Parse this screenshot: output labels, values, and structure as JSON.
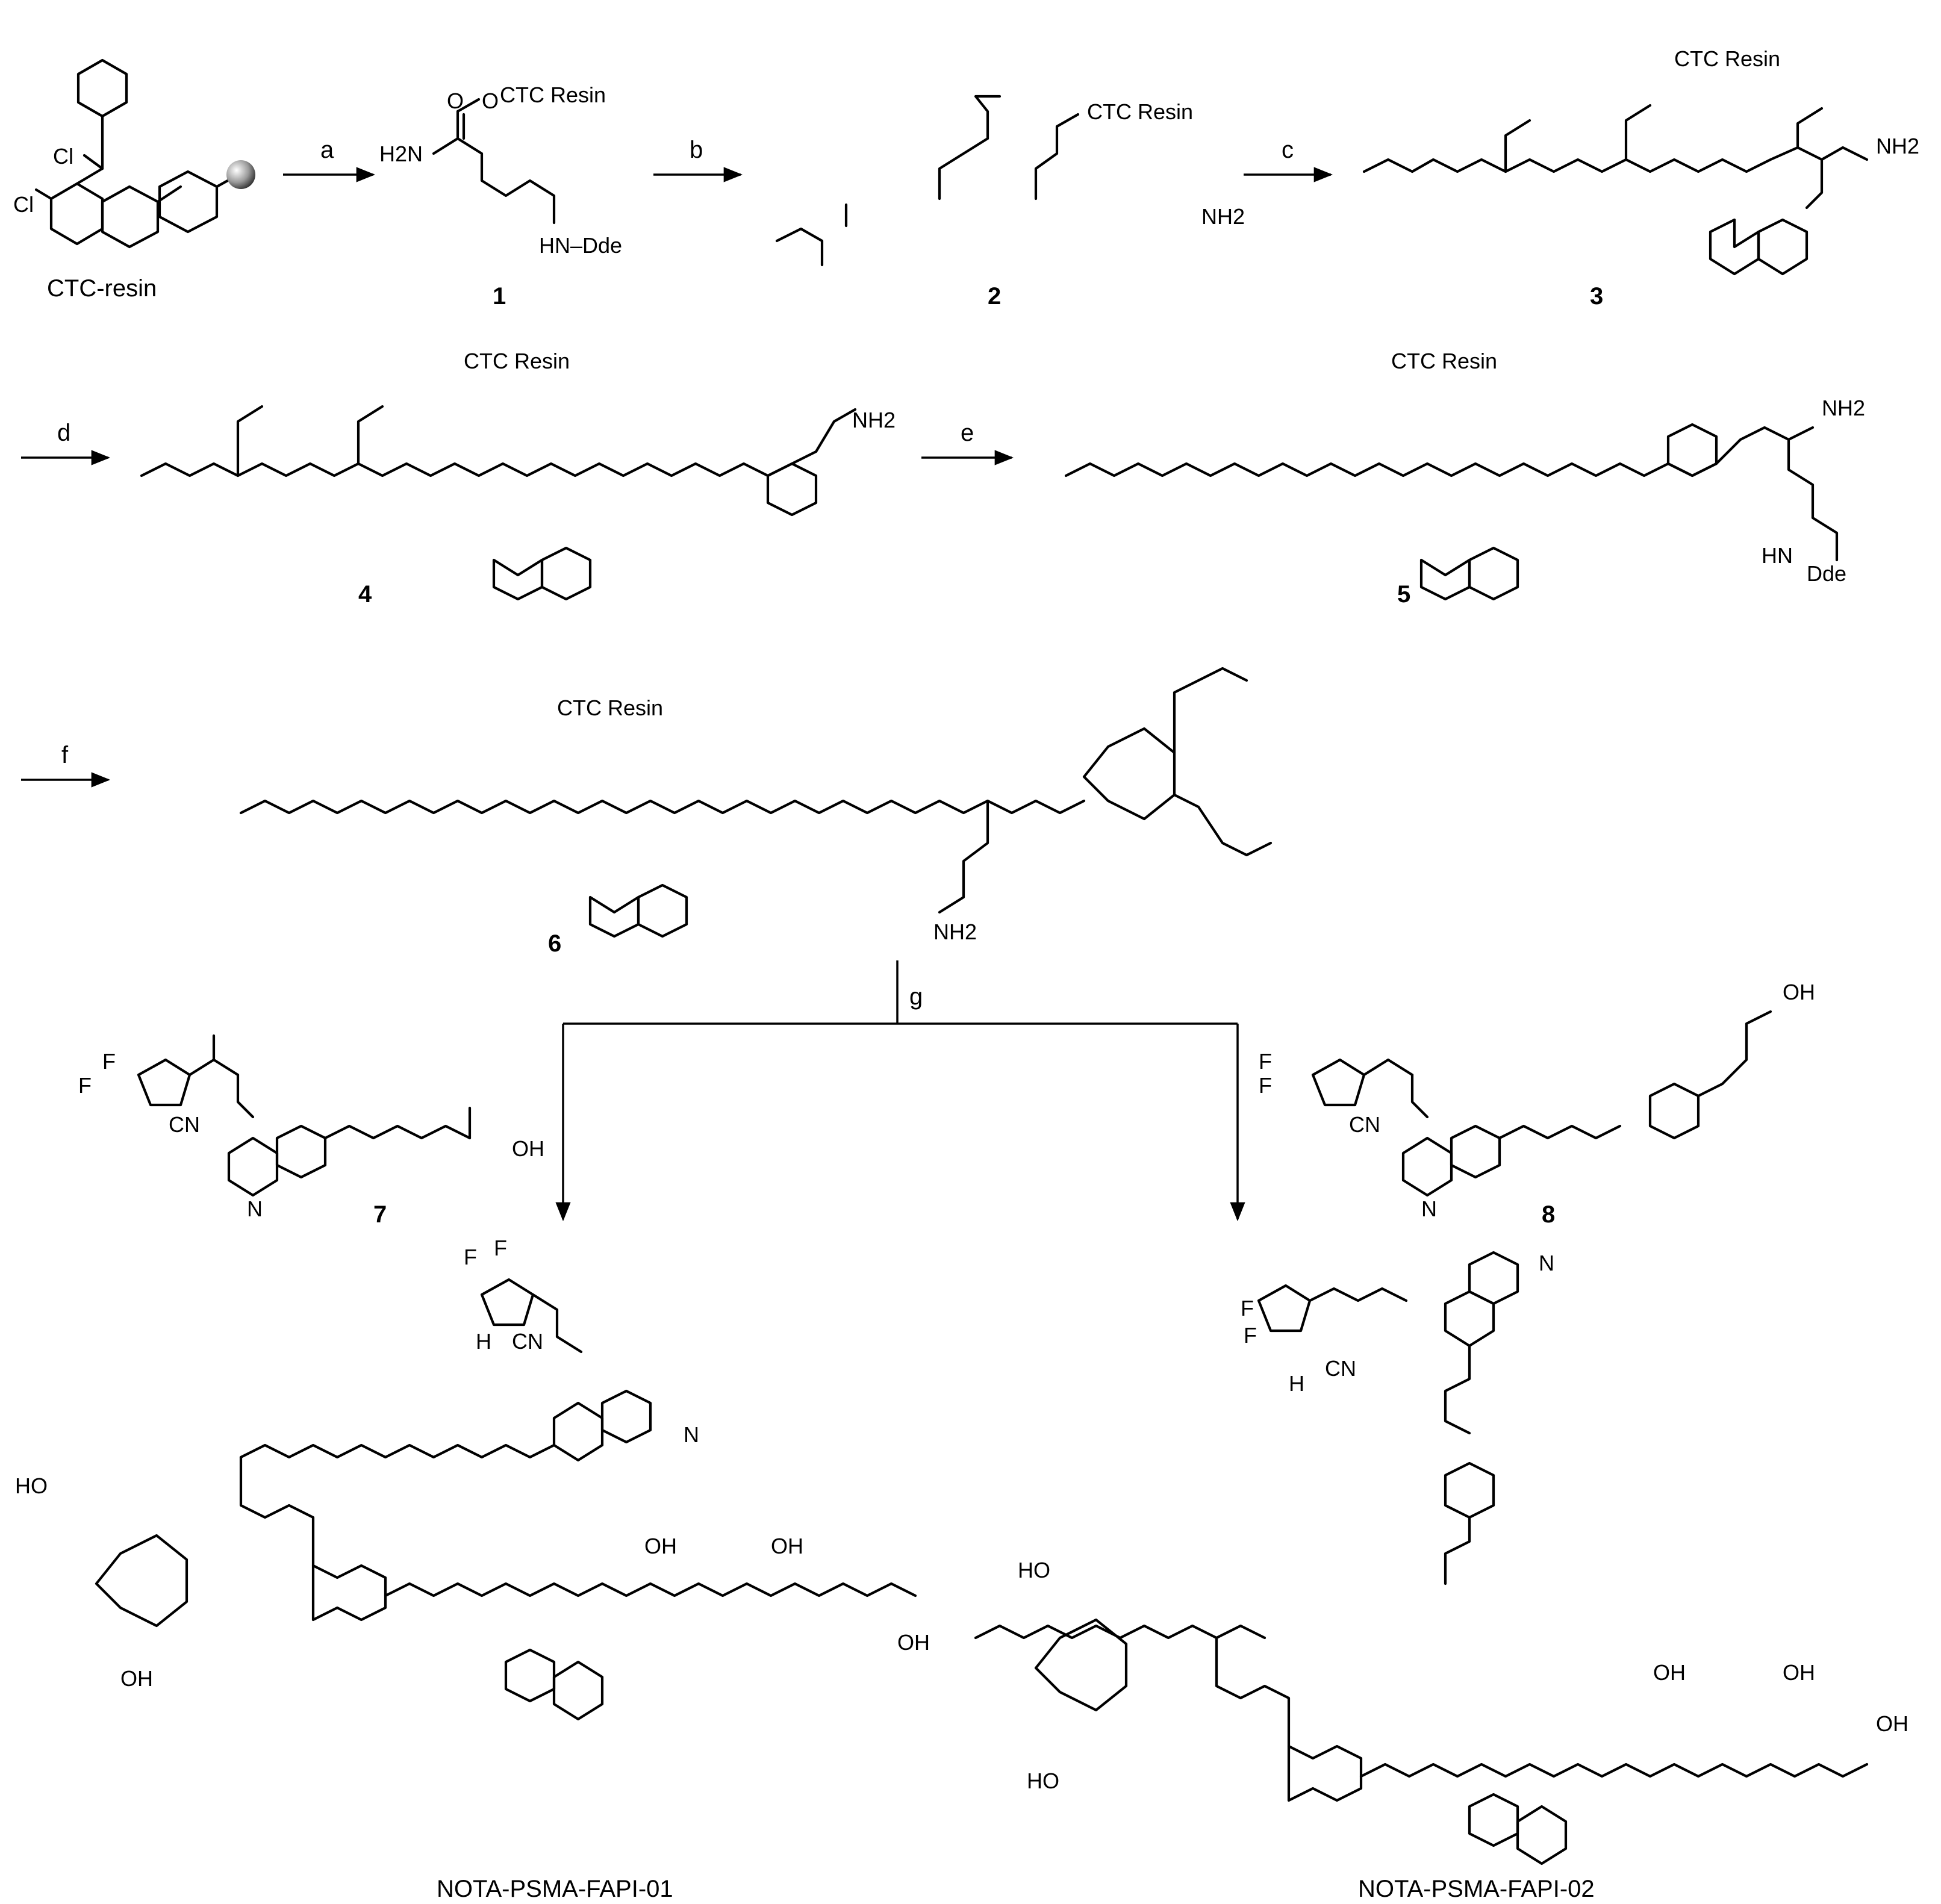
{
  "labels": {
    "resin": "CTC-resin",
    "cpd1": "1",
    "cpd2": "2",
    "cpd3": "3",
    "cpd4": "4",
    "cpd5": "5",
    "cpd6": "6",
    "cpd7": "7",
    "cpd8": "8",
    "final1": "NOTA-PSMA-FAPI-01",
    "final2": "NOTA-PSMA-FAPI-02"
  },
  "steps": [
    "a",
    "b",
    "c",
    "d",
    "e",
    "f",
    "g"
  ],
  "atoms": {
    "ctc": "CTC Resin",
    "cl": "Cl",
    "h2n": "H2N",
    "nh2": "NH2",
    "nhdde": "HN–Dde",
    "hn": "HN",
    "dde": "Dde",
    "h": "H",
    "n": "N",
    "o": "O",
    "f": "F",
    "cn": "CN",
    "oh": "OH",
    "ho": "HO"
  }
}
